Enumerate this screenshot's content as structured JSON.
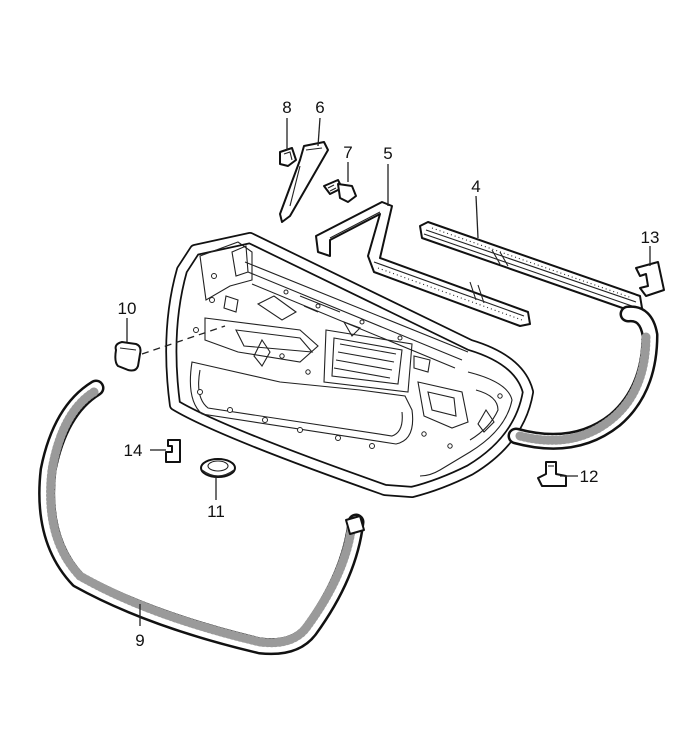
{
  "figure": {
    "callouts": [
      {
        "id": "c8",
        "label": "8"
      },
      {
        "id": "c6",
        "label": "6"
      },
      {
        "id": "c7",
        "label": "7"
      },
      {
        "id": "c5",
        "label": "5"
      },
      {
        "id": "c4",
        "label": "4"
      },
      {
        "id": "c13",
        "label": "13"
      },
      {
        "id": "c10",
        "label": "10"
      },
      {
        "id": "c14",
        "label": "14"
      },
      {
        "id": "c11",
        "label": "11"
      },
      {
        "id": "c12",
        "label": "12"
      },
      {
        "id": "c9",
        "label": "9"
      }
    ]
  }
}
